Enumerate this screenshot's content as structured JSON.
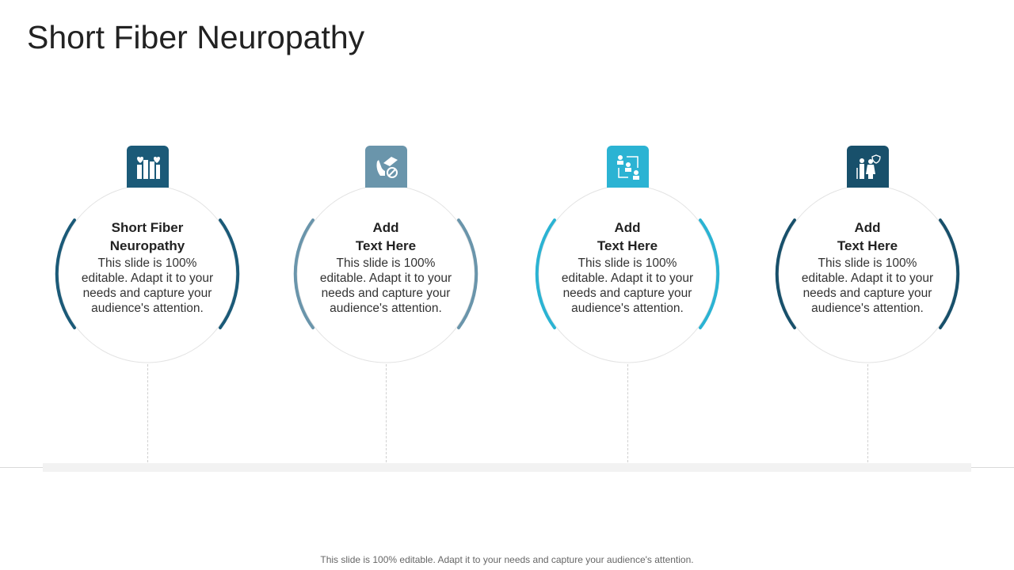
{
  "slide": {
    "title": "Short Fiber Neuropathy",
    "footer": "This slide is 100% editable. Adapt it to your needs and capture your audience's attention."
  },
  "cards": [
    {
      "heading_line1": "Short Fiber",
      "heading_line2": "Neuropathy",
      "body": "This slide is 100% editable. Adapt it to your needs and capture your audience's attention.",
      "icon": "raised-fists-hearts-icon",
      "accent": "#1b5a78"
    },
    {
      "heading_line1": "Add",
      "heading_line2": "Text Here",
      "body": "This slide is 100% editable. Adapt it to your needs and capture your audience's attention.",
      "icon": "hand-prohibited-icon",
      "accent": "#6a95ab"
    },
    {
      "heading_line1": "Add",
      "heading_line2": "Text Here",
      "body": "This slide is 100% editable. Adapt it to your needs and capture your audience's attention.",
      "icon": "people-flow-icon",
      "accent": "#2bb3d3"
    },
    {
      "heading_line1": "Add",
      "heading_line2": "Text Here",
      "body": "This slide is 100% editable. Adapt it to your needs and capture your audience's attention.",
      "icon": "elderly-couple-shield-icon",
      "accent": "#18506b"
    }
  ]
}
